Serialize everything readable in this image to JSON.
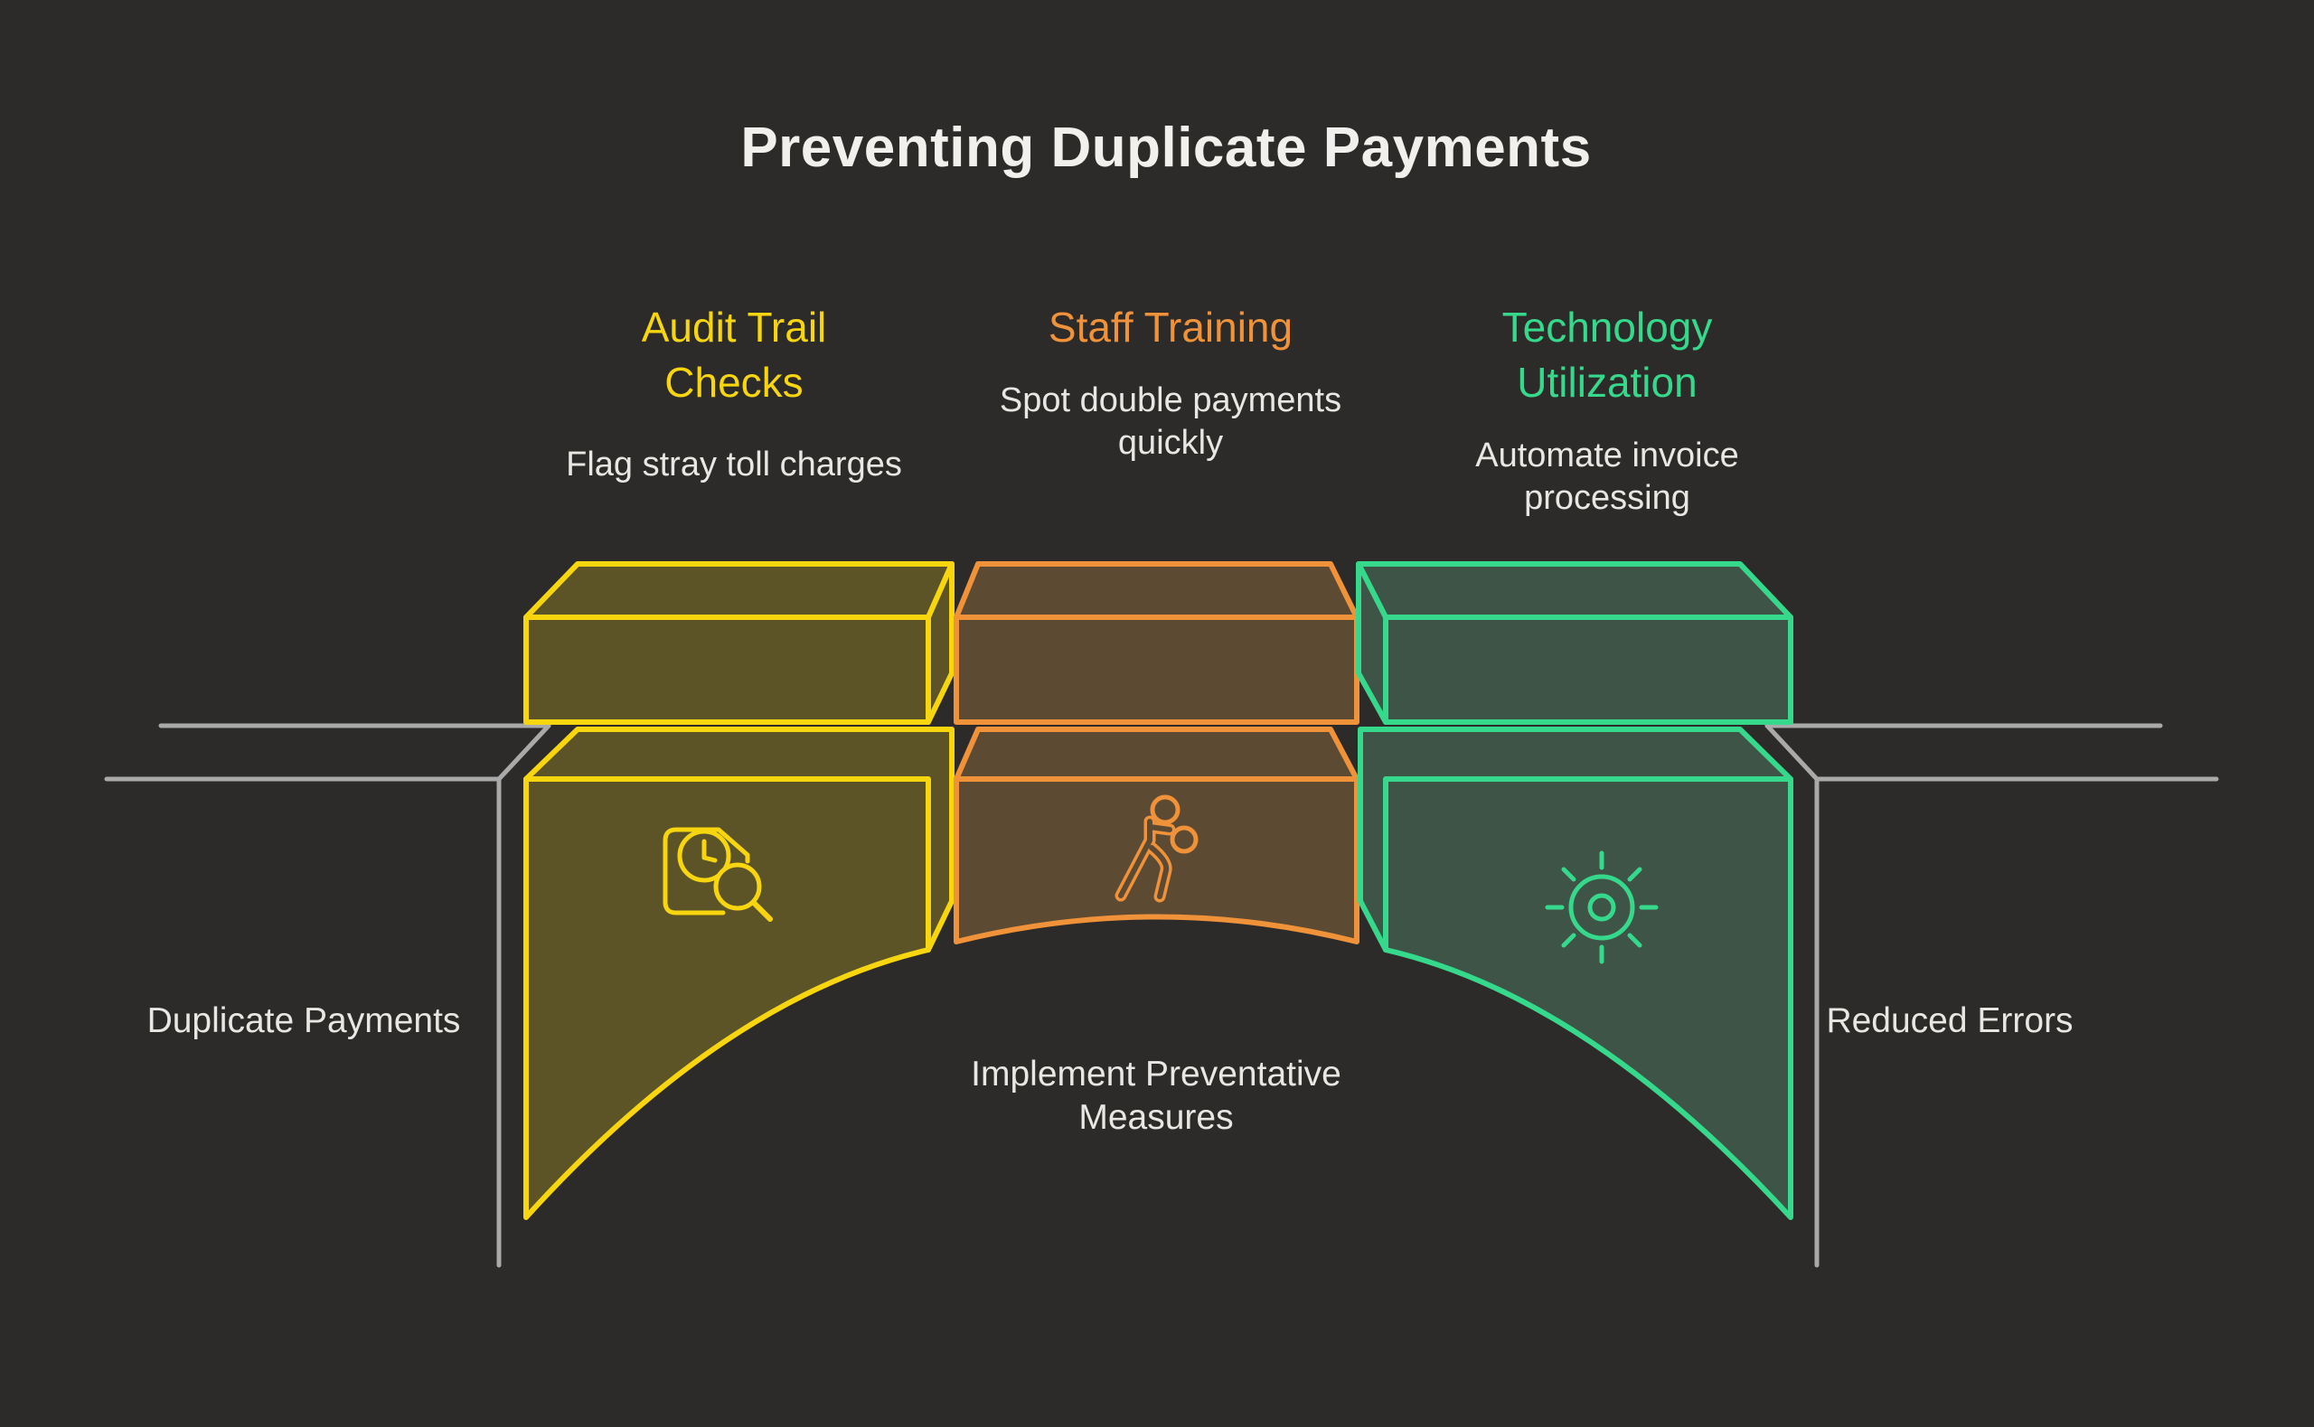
{
  "title": "Preventing Duplicate Payments",
  "columns": [
    {
      "id": "audit-trail-checks",
      "header": "Audit Trail Checks",
      "sub": "Flag stray toll charges",
      "color": "#F7D60F",
      "icon": "document-clock-magnifier-icon"
    },
    {
      "id": "staff-training",
      "header": "Staff Training",
      "sub": "Spot double payments quickly",
      "color": "#F0923A",
      "icon": "training-figure-icon"
    },
    {
      "id": "technology-utilization",
      "header": "Technology Utilization",
      "sub": "Automate invoice processing",
      "color": "#36D98B",
      "icon": "sun-gear-icon"
    }
  ],
  "side_labels": {
    "left": "Duplicate Payments",
    "right": "Reduced Errors"
  },
  "bottom_label": "Implement Preventative Measures",
  "colors": {
    "background": "#2C2B29",
    "yellow": "#F7D60F",
    "yellowFill": "#5C5426",
    "orange": "#F0923A",
    "orangeFill": "#5D4A33",
    "green": "#36D98B",
    "greenFill": "#3E5447",
    "gray": "#A9A9A9",
    "titleText": "#F2F0ED",
    "bodyText": "#E9E7E3"
  }
}
